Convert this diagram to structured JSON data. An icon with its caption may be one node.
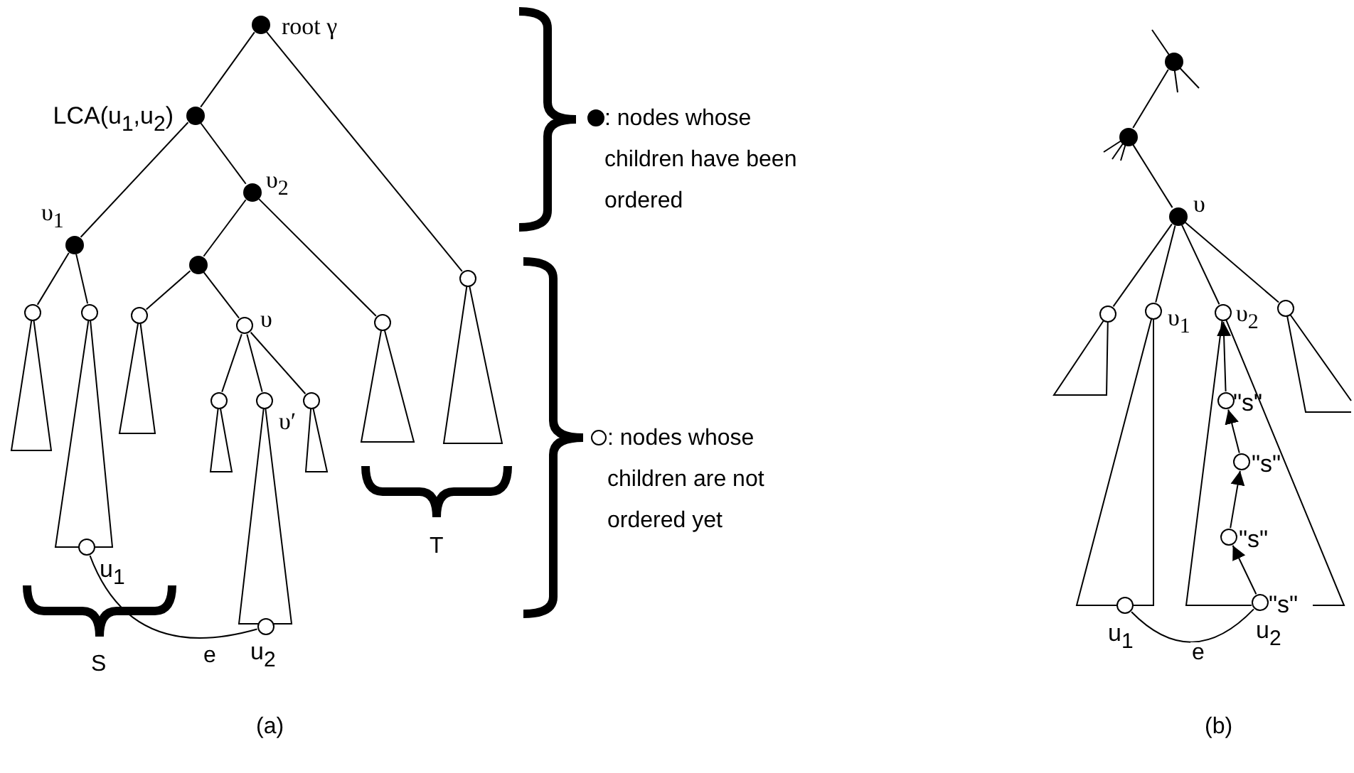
{
  "diagram": {
    "nodes": [
      {
        "text": [],
        "shape": "dot",
        "beside": [
          "root γ"
        ]
      },
      {
        "text": [],
        "shape": "dot",
        "beside": [
          "LCA(u$_{1}$,u$_{2}$)"
        ]
      },
      {
        "text": [],
        "shape": "dot",
        "beside": [
          "υ$_{2}$"
        ]
      },
      {
        "text": [],
        "shape": "dot",
        "beside": [
          "υ$_{1}$"
        ]
      },
      {
        "text": [],
        "shape": "dot"
      },
      {
        "text": [],
        "shape": "circle"
      },
      {
        "text": [],
        "shape": "circle"
      },
      {
        "text": [],
        "shape": "circle"
      },
      {
        "text": [],
        "shape": "circle"
      },
      {
        "text": [],
        "shape": "circle",
        "beside": [
          "υ"
        ]
      },
      {
        "text": [],
        "shape": "circle"
      },
      {
        "text": [],
        "shape": "circle"
      },
      {
        "text": [],
        "shape": "circle",
        "beside": [
          "υ′"
        ]
      },
      {
        "text": [],
        "shape": "circle"
      },
      {
        "text": [],
        "shape": "circle",
        "beside": [
          "u$_{1}$"
        ]
      },
      {
        "text": [],
        "shape": "circle",
        "beside": [
          "u$_{2}$"
        ]
      },
      {
        "text": [],
        "shape": "dot"
      },
      {
        "text": [],
        "shape": "dot"
      },
      {
        "text": [],
        "shape": "dot",
        "beside": [
          "υ"
        ]
      },
      {
        "text": [],
        "shape": "circle"
      },
      {
        "text": [],
        "shape": "circle",
        "beside": [
          "υ$_{1}$"
        ]
      },
      {
        "text": [],
        "shape": "circle",
        "beside": [
          "υ$_{2}$"
        ]
      },
      {
        "text": [],
        "shape": "circle"
      },
      {
        "text": [],
        "shape": "circle",
        "beside": [
          "\"s\""
        ]
      },
      {
        "text": [],
        "shape": "circle",
        "beside": [
          "\"s\""
        ]
      },
      {
        "text": [],
        "shape": "circle",
        "beside": [
          "\"s\""
        ]
      },
      {
        "text": [],
        "shape": "circle",
        "beside": [
          "u$_{1}$"
        ]
      },
      {
        "text": [],
        "shape": "circle",
        "beside": [
          "\"s\"",
          "u$_{2}$"
        ]
      }
    ],
    "edges": [
      {
        "from": 0,
        "to": 1,
        "arrow": "none"
      },
      {
        "from": 0,
        "to": 5,
        "arrow": "none"
      },
      {
        "from": 1,
        "to": 3,
        "arrow": "none"
      },
      {
        "from": 1,
        "to": 2,
        "arrow": "none"
      },
      {
        "from": 3,
        "to": 6,
        "arrow": "none"
      },
      {
        "from": 3,
        "to": 7,
        "arrow": "none"
      },
      {
        "from": 2,
        "to": 4,
        "arrow": "none"
      },
      {
        "from": 2,
        "to": 10,
        "arrow": "none"
      },
      {
        "from": 4,
        "to": 8,
        "arrow": "none"
      },
      {
        "from": 4,
        "to": 9,
        "arrow": "none"
      },
      {
        "from": 9,
        "to": 11,
        "arrow": "none"
      },
      {
        "from": 9,
        "to": 12,
        "arrow": "none"
      },
      {
        "from": 9,
        "to": 13,
        "arrow": "none"
      },
      {
        "from": 14,
        "to": 15,
        "arrow": "none",
        "label": "e"
      },
      {
        "from": 16,
        "to": 17,
        "arrow": "none"
      },
      {
        "from": 17,
        "to": 18,
        "arrow": "none"
      },
      {
        "from": 18,
        "to": 19,
        "arrow": "none"
      },
      {
        "from": 18,
        "to": 20,
        "arrow": "none"
      },
      {
        "from": 18,
        "to": 21,
        "arrow": "none"
      },
      {
        "from": 18,
        "to": 22,
        "arrow": "none"
      },
      {
        "from": 27,
        "to": 25,
        "arrow": "to"
      },
      {
        "from": 25,
        "to": 24,
        "arrow": "to"
      },
      {
        "from": 24,
        "to": 23,
        "arrow": "to"
      },
      {
        "from": 23,
        "to": 21,
        "arrow": "to"
      },
      {
        "from": 26,
        "to": 27,
        "arrow": "none",
        "label": "e"
      }
    ],
    "labels": [
      "S",
      "T",
      "(a)",
      "(b)"
    ],
    "legend": [
      {
        "text": ": nodes whose children have been ordered"
      },
      {
        "text": ": nodes whose children are not ordered yet"
      }
    ]
  }
}
